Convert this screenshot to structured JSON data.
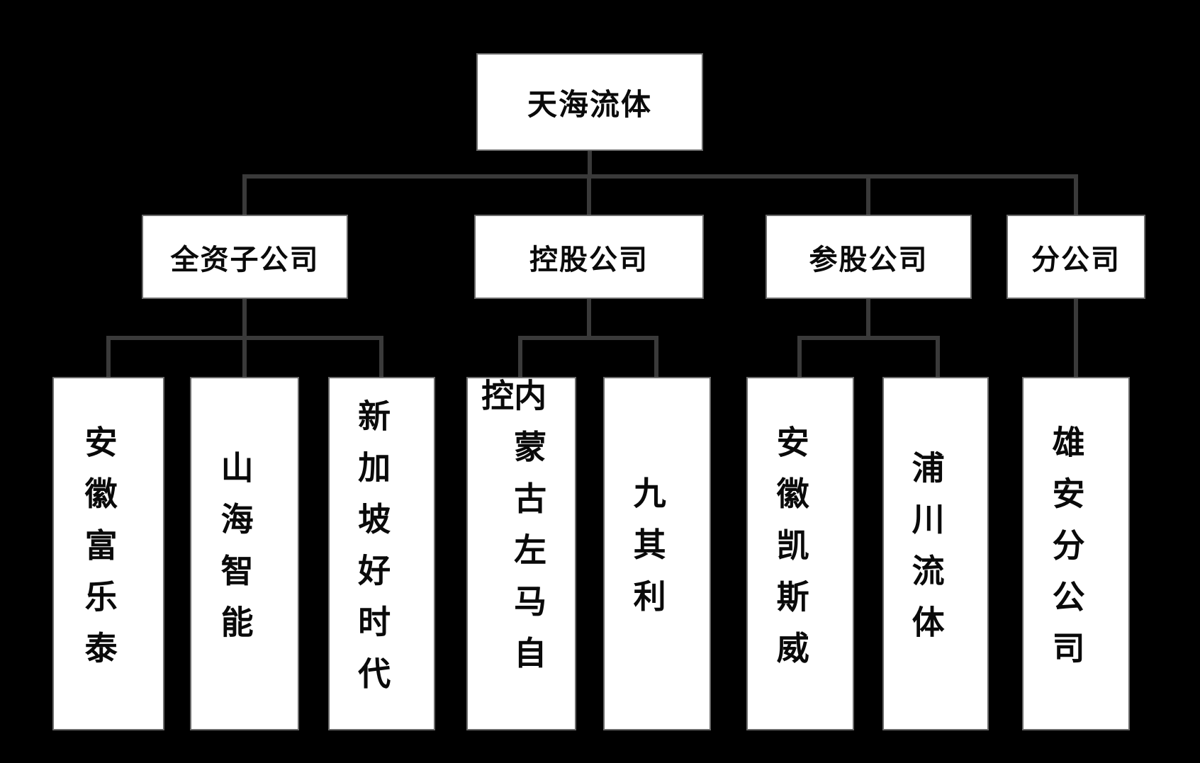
{
  "diagram_type": "organization-chart",
  "colors": {
    "background": "#000000",
    "node_fill": "#ffffff",
    "node_border": "#6b6b6b",
    "connector": "#3a3a3a",
    "node_text": "#0a0a0a"
  },
  "org": {
    "root": {
      "label": "天海流体"
    },
    "categories": [
      {
        "label": "全资子公司",
        "children": [
          "安徽富乐泰",
          "山海智能",
          "新加坡好时代"
        ]
      },
      {
        "label": "控股公司",
        "children": [
          "内蒙古左马自控",
          "九其利"
        ]
      },
      {
        "label": "参股公司",
        "children": [
          "安徽凯斯威",
          "浦川流体"
        ]
      },
      {
        "label": "分公司",
        "children": [
          "雄安分公司"
        ]
      }
    ]
  }
}
